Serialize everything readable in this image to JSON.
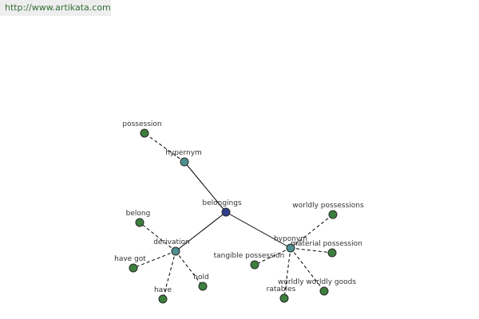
{
  "banner": {
    "url_text": "http://www.artikata.com"
  },
  "colors": {
    "center": "#2e3e8c",
    "relation": "#4f8f8f",
    "leaf": "#3d7f3d",
    "banner_text": "#356e35",
    "banner_bg": "#eeeeee"
  },
  "graph": {
    "nodes": [
      {
        "id": "belongings",
        "label": "belongings",
        "kind": "center"
      },
      {
        "id": "hypernym",
        "label": "hypernym",
        "kind": "relation"
      },
      {
        "id": "derivation",
        "label": "derivation",
        "kind": "relation"
      },
      {
        "id": "hyponym",
        "label": "hyponym",
        "kind": "relation"
      },
      {
        "id": "possession",
        "label": "possession",
        "kind": "leaf"
      },
      {
        "id": "belong",
        "label": "belong",
        "kind": "leaf"
      },
      {
        "id": "have-got",
        "label": "have got",
        "kind": "leaf"
      },
      {
        "id": "have",
        "label": "have",
        "kind": "leaf"
      },
      {
        "id": "hold",
        "label": "hold",
        "kind": "leaf"
      },
      {
        "id": "tangible-possession",
        "label": "tangible possession",
        "kind": "leaf"
      },
      {
        "id": "worldly-possessions",
        "label": "worldly possessions",
        "kind": "leaf"
      },
      {
        "id": "material-possession",
        "label": "material possession",
        "kind": "leaf"
      },
      {
        "id": "worldly-goods",
        "label": "worldly worldly goods",
        "kind": "leaf"
      },
      {
        "id": "ratables",
        "label": "ratables",
        "kind": "leaf"
      }
    ],
    "edges": [
      {
        "from": "belongings",
        "to": "hypernym",
        "style": "solid"
      },
      {
        "from": "belongings",
        "to": "derivation",
        "style": "solid"
      },
      {
        "from": "belongings",
        "to": "hyponym",
        "style": "solid"
      },
      {
        "from": "hypernym",
        "to": "possession",
        "style": "dashed"
      },
      {
        "from": "derivation",
        "to": "belong",
        "style": "dashed"
      },
      {
        "from": "derivation",
        "to": "have-got",
        "style": "dashed"
      },
      {
        "from": "derivation",
        "to": "have",
        "style": "dashed"
      },
      {
        "from": "derivation",
        "to": "hold",
        "style": "dashed"
      },
      {
        "from": "hyponym",
        "to": "tangible-possession",
        "style": "dashed"
      },
      {
        "from": "hyponym",
        "to": "worldly-possessions",
        "style": "dashed"
      },
      {
        "from": "hyponym",
        "to": "material-possession",
        "style": "dashed"
      },
      {
        "from": "hyponym",
        "to": "worldly-goods",
        "style": "dashed"
      },
      {
        "from": "hyponym",
        "to": "ratables",
        "style": "dashed"
      }
    ]
  }
}
